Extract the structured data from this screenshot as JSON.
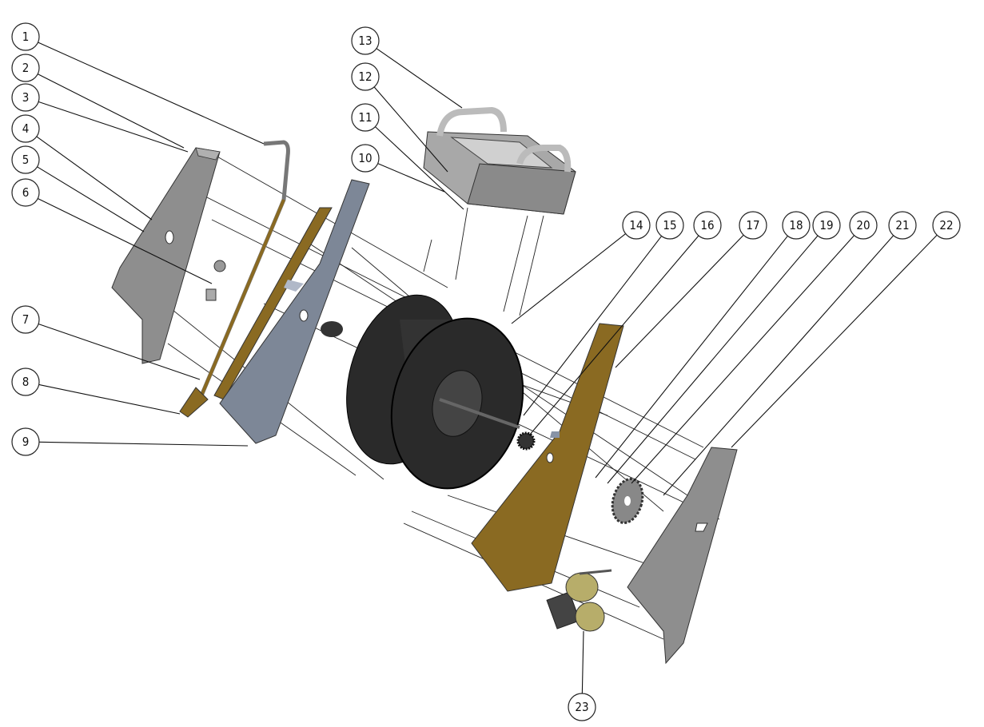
{
  "diagram": {
    "type": "exploded-assembly-view",
    "balloons": [
      "1",
      "2",
      "3",
      "4",
      "5",
      "6",
      "7",
      "8",
      "9",
      "10",
      "11",
      "12",
      "13",
      "14",
      "15",
      "16",
      "17",
      "18",
      "19",
      "20",
      "21",
      "22",
      "23"
    ],
    "colors": {
      "gray_plate": "#8e8e8e",
      "tan_frame": "#8a6a22",
      "blue_plate": "#7d8797",
      "reel": "#2a2a2a",
      "handle_box": "#a8a8a8",
      "motor": "#b7ad6a"
    }
  }
}
